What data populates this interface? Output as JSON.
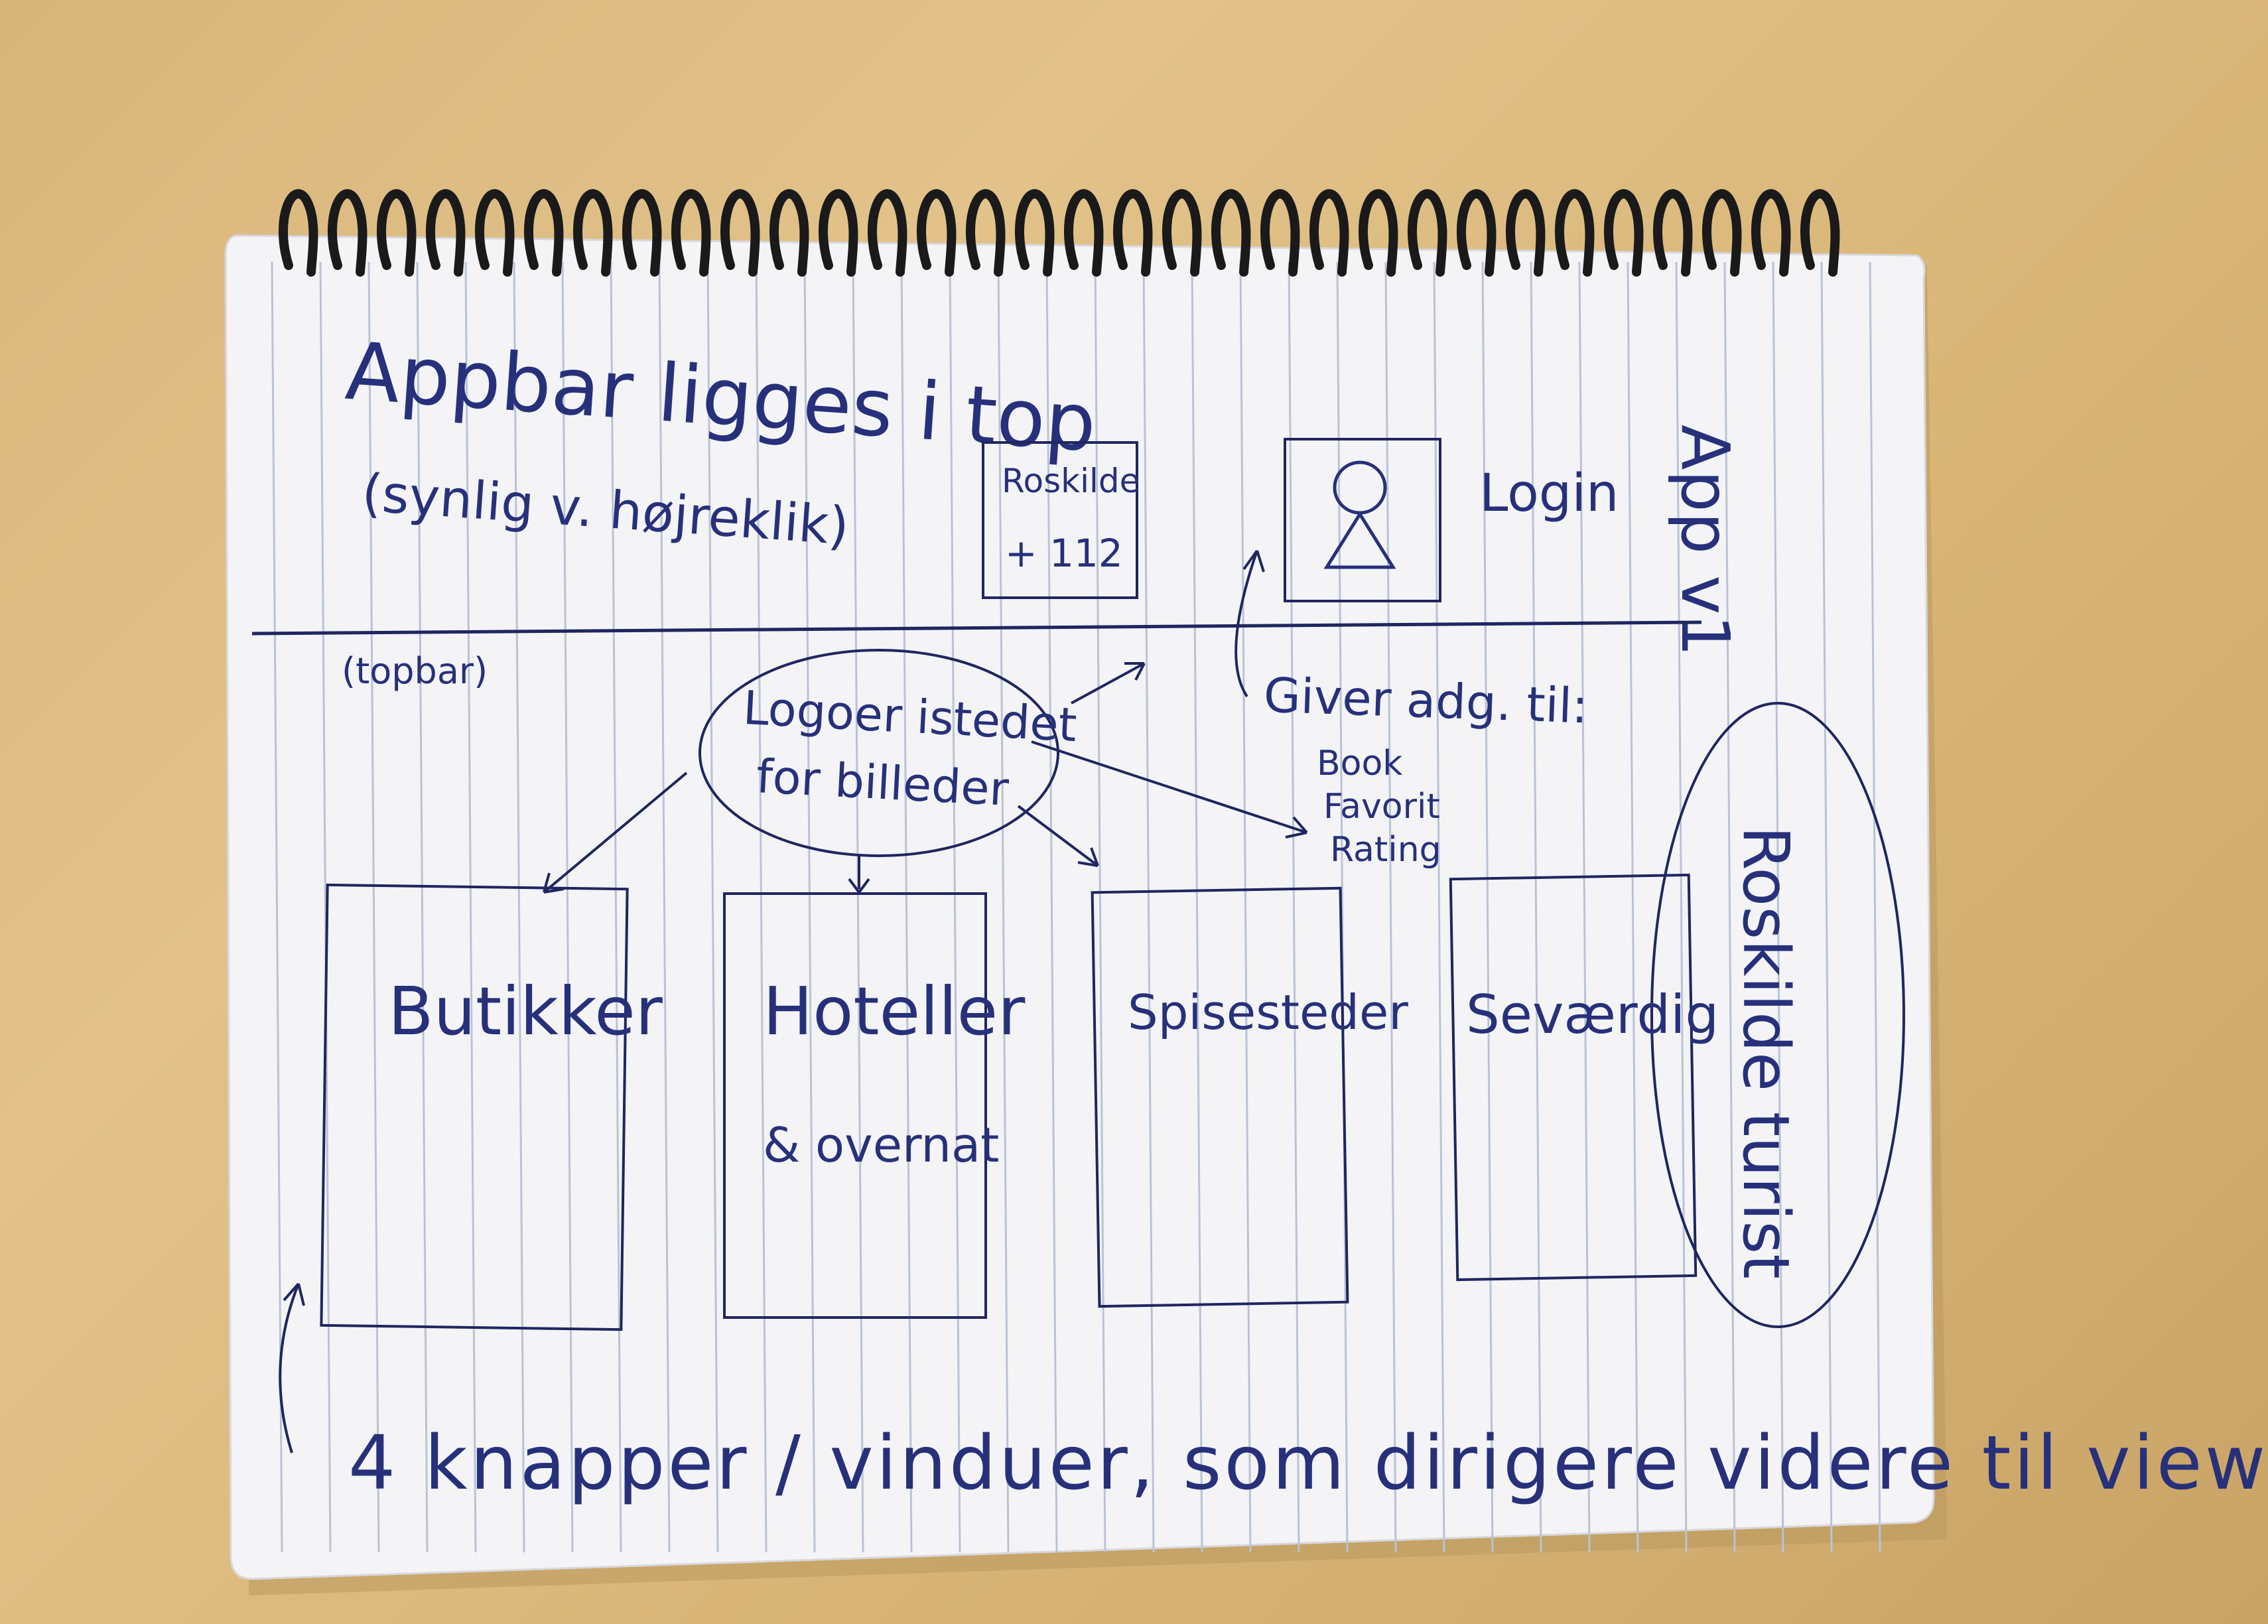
{
  "notebook": {
    "appbar_note": "Appbar ligges i top",
    "appbar_subnote": "(synlig v. højreklik)",
    "logo_box": {
      "line1": "Roskilde",
      "line2": "+ 112"
    },
    "login_label": "Login",
    "app_version": "App v1",
    "topbar_label": "(topbar)",
    "bubble_note": {
      "line1": "Logoer istedet",
      "line2": "for billeder"
    },
    "access_note": "Giver adg. til:",
    "access_items": [
      "Book",
      "Favorit",
      "Rating"
    ],
    "cards": [
      "Butikker",
      "Hoteller",
      "Spisesteder",
      "Seværdig"
    ],
    "card_subtitle": "& overnat",
    "side_title": "Roskilde turist",
    "footer_note": "4 knapper / vinduer, som dirigere videre til view"
  },
  "colors": {
    "ink": "#27307a",
    "paper": "#f4f4f6",
    "rule": "#b9c3d6",
    "desk": "#d8b57a"
  }
}
